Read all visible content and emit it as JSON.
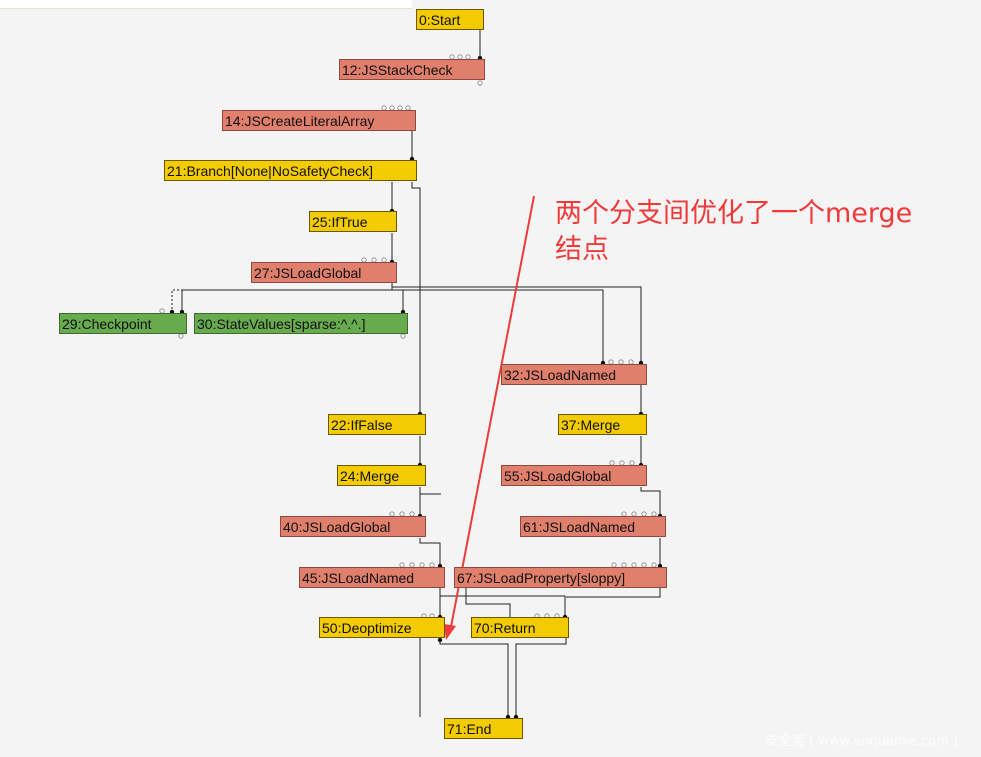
{
  "nodes": [
    {
      "id": "n0",
      "label": "0:Start",
      "kind": "yellow"
    },
    {
      "id": "n12",
      "label": "12:JSStackCheck",
      "kind": "red"
    },
    {
      "id": "n14",
      "label": "14:JSCreateLiteralArray",
      "kind": "red"
    },
    {
      "id": "n21",
      "label": "21:Branch[None|NoSafetyCheck]",
      "kind": "yellow"
    },
    {
      "id": "n25",
      "label": "25:IfTrue",
      "kind": "yellow"
    },
    {
      "id": "n27",
      "label": "27:JSLoadGlobal",
      "kind": "red"
    },
    {
      "id": "n29",
      "label": "29:Checkpoint",
      "kind": "green"
    },
    {
      "id": "n30",
      "label": "30:StateValues[sparse:^.^.]",
      "kind": "green"
    },
    {
      "id": "n32",
      "label": "32:JSLoadNamed",
      "kind": "red"
    },
    {
      "id": "n22",
      "label": "22:IfFalse",
      "kind": "yellow"
    },
    {
      "id": "n37",
      "label": "37:Merge",
      "kind": "yellow"
    },
    {
      "id": "n24",
      "label": "24:Merge",
      "kind": "yellow"
    },
    {
      "id": "n55",
      "label": "55:JSLoadGlobal",
      "kind": "red"
    },
    {
      "id": "n40",
      "label": "40:JSLoadGlobal",
      "kind": "red"
    },
    {
      "id": "n61",
      "label": "61:JSLoadNamed",
      "kind": "red"
    },
    {
      "id": "n45",
      "label": "45:JSLoadNamed",
      "kind": "red"
    },
    {
      "id": "n67",
      "label": "67:JSLoadProperty[sloppy]",
      "kind": "red"
    },
    {
      "id": "n50",
      "label": "50:Deoptimize",
      "kind": "yellow"
    },
    {
      "id": "n70",
      "label": "70:Return",
      "kind": "yellow"
    },
    {
      "id": "n71",
      "label": "71:End",
      "kind": "yellow"
    }
  ],
  "annotation": {
    "line1": "两个分支间优化了一个merge",
    "line2": "结点",
    "color": "#f03a3a"
  },
  "watermark": "安全客 ( www.anquanke.com )",
  "colors": {
    "control": "#f2cb00",
    "js_op": "#e07f6c",
    "state": "#68aa4e"
  }
}
